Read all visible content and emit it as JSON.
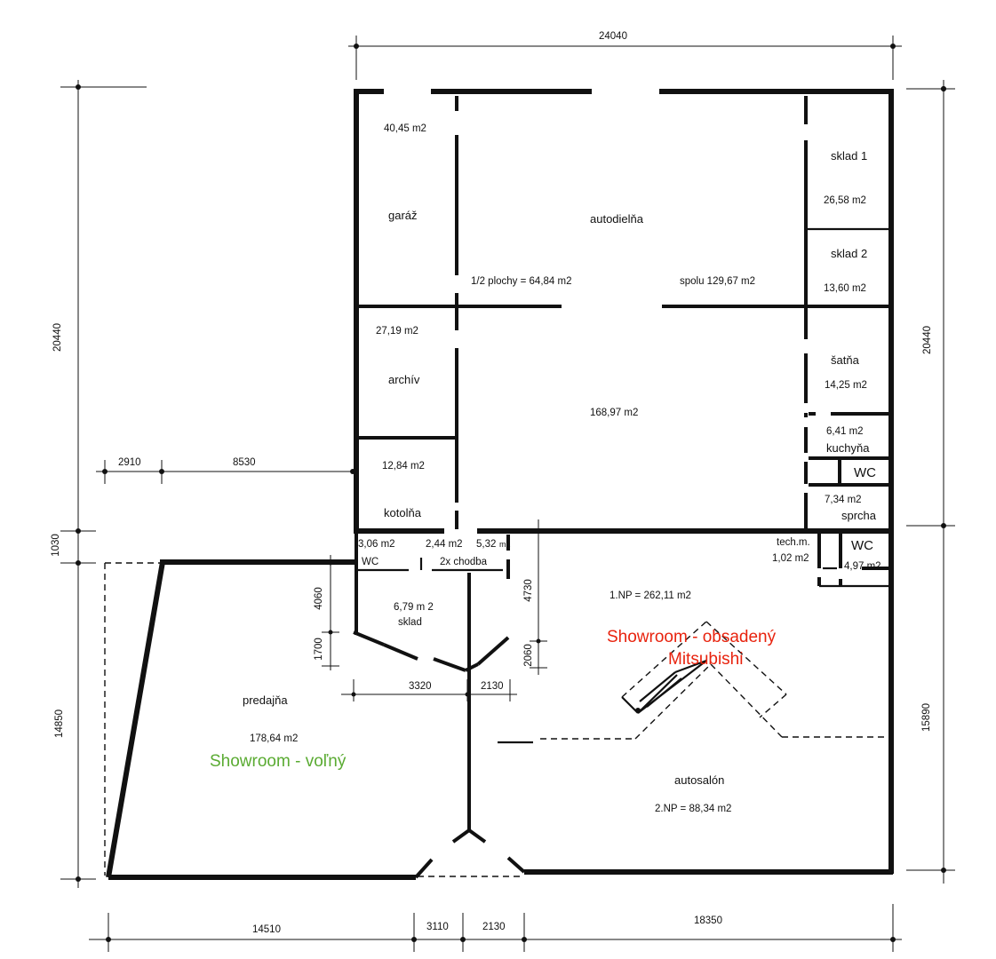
{
  "rooms": {
    "garaz": {
      "name": "garáž",
      "area": "40,45 m2"
    },
    "autodielna": {
      "name": "autodielňa",
      "half": "1/2 plochy = 64,84 m2",
      "total": "spolu 129,67 m2",
      "area_lower": "168,97 m2"
    },
    "sklad1": {
      "name": "sklad 1",
      "area": "26,58 m2"
    },
    "sklad2": {
      "name": "sklad 2",
      "area": "13,60 m2"
    },
    "archiv": {
      "name": "archív",
      "area": "27,19 m2"
    },
    "satna": {
      "name": "šatňa",
      "area": "14,25 m2"
    },
    "kuchyna": {
      "name": "kuchyňa",
      "area": "6,41 m2"
    },
    "wc_right": {
      "name": "WC"
    },
    "sprcha": {
      "name": "sprcha",
      "area": "7,34 m2"
    },
    "kotolna": {
      "name": "kotolňa",
      "area": "12,84 m2"
    },
    "wc_small": {
      "name": "WC",
      "area": "3,06 m2"
    },
    "chodba": {
      "name": "2x chodba",
      "area1": "2,44 m2",
      "area2": "5,32",
      "area2_unit": "m2"
    },
    "tech": {
      "name": "tech.m.",
      "area": "1,02 m2"
    },
    "wc_tech": {
      "name": "WC",
      "area": "4,97 m2"
    },
    "sklad_small": {
      "name": "sklad",
      "area": "6,79 m 2"
    },
    "np1": {
      "label": "1.NP = 262,11 m2"
    },
    "predajna": {
      "name": "predajňa",
      "area": "178,64 m2"
    },
    "autosalon": {
      "name": "autosalón",
      "area": "2.NP = 88,34 m2"
    }
  },
  "notes": {
    "free": "Showroom - voľný",
    "occupied_line1": "Showroom - obsadený",
    "occupied_line2": "Mitsubishi",
    "free_color": "#5aab32",
    "occupied_color": "#e8230e"
  },
  "dimensions": {
    "top": "24040",
    "left_upper": "20440",
    "right_upper": "20440",
    "left_1030": "1030",
    "left_lower": "14850",
    "right_lower": "15890",
    "horiz_2910": "2910",
    "horiz_8530": "8530",
    "v_4060": "4060",
    "v_1700": "1700",
    "v_4730": "4730",
    "v_2060": "2060",
    "h_3320": "3320",
    "h_2130_mid": "2130",
    "bottom_14510": "14510",
    "bottom_3110": "3110",
    "bottom_2130": "2130",
    "bottom_18350": "18350"
  }
}
